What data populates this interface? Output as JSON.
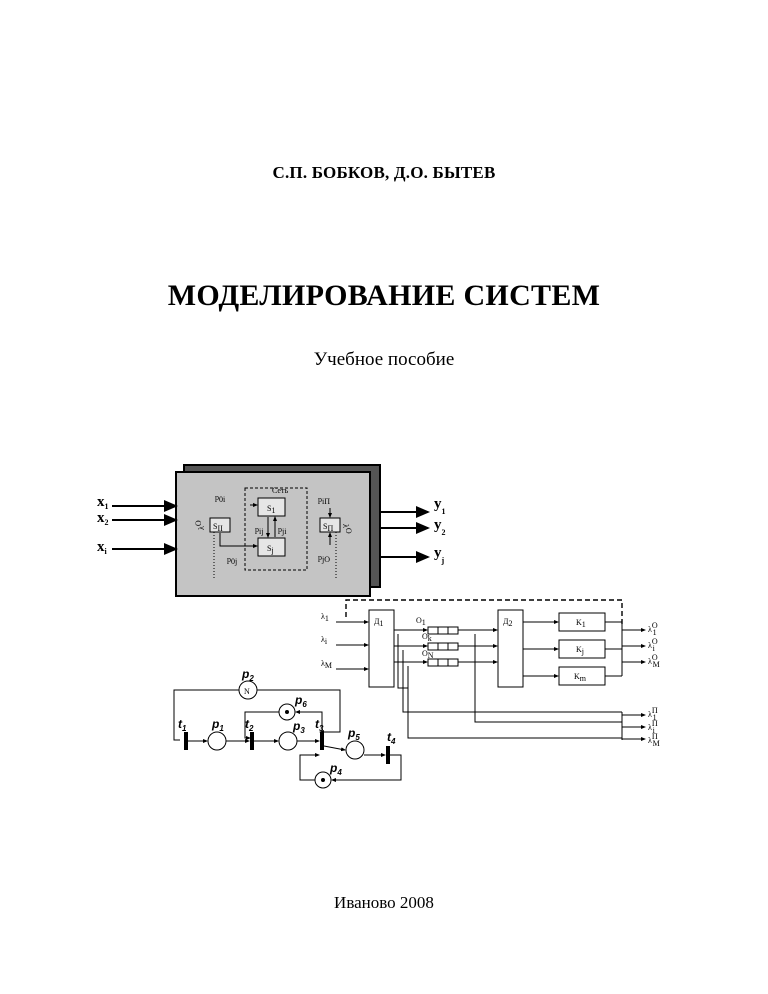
{
  "authors": "С.П. БОБКОВ,  Д.О. БЫТЕВ",
  "title": "МОДЕЛИРОВАНИЕ СИСТЕМ",
  "subtitle": "Учебное  пособие",
  "city_year": "Иваново 2008",
  "illustration": {
    "block_diagram": {
      "inputs": [
        "x",
        "x",
        "x"
      ],
      "input_subs": [
        "1",
        "2",
        "i"
      ],
      "outputs": [
        "y",
        "y",
        "y"
      ],
      "output_subs": [
        "1",
        "2",
        "j"
      ],
      "net_label": "Сеть",
      "nodes": [
        "S",
        "S",
        "S",
        "S"
      ],
      "node_subs": [
        "1",
        "j",
        "II",
        "П"
      ],
      "probabilities": [
        "p",
        "p",
        "p",
        "p",
        "p",
        "p"
      ],
      "probability_subs": [
        "0i",
        "ij",
        "0j",
        "iП",
        "jO",
        "ji"
      ],
      "lambda": "λ",
      "lambda_sup": "O"
    },
    "queue_scheme": {
      "inputs": [
        "λ",
        "λ",
        "λ"
      ],
      "input_subs": [
        "1",
        "i",
        "M"
      ],
      "distributor_1": "Д",
      "distributor_1_sub": "1",
      "distributor_2": "Д",
      "distributor_2_sub": "2",
      "queues": [
        "O",
        "O",
        "O"
      ],
      "queue_subs": [
        "1",
        "k",
        "N"
      ],
      "channels": [
        "K",
        "K",
        "K"
      ],
      "channel_subs": [
        "1",
        "j",
        "m"
      ],
      "outputs_served": [
        "λ",
        "λ",
        "λ"
      ],
      "outputs_served_subs": [
        "1",
        "i",
        "M"
      ],
      "outputs_served_sup": "O",
      "outputs_lost": [
        "λ",
        "λ",
        "λ"
      ],
      "outputs_lost_subs": [
        "1",
        "i",
        "M"
      ],
      "outputs_lost_sup": "П"
    },
    "petri_net": {
      "places": [
        "p",
        "p",
        "p",
        "p",
        "p",
        "p"
      ],
      "place_subs": [
        "1",
        "2",
        "3",
        "4",
        "5",
        "6"
      ],
      "transitions": [
        "t",
        "t",
        "t",
        "t"
      ],
      "transition_subs": [
        "1",
        "2",
        "3",
        "4"
      ],
      "marking_N": "N"
    }
  }
}
